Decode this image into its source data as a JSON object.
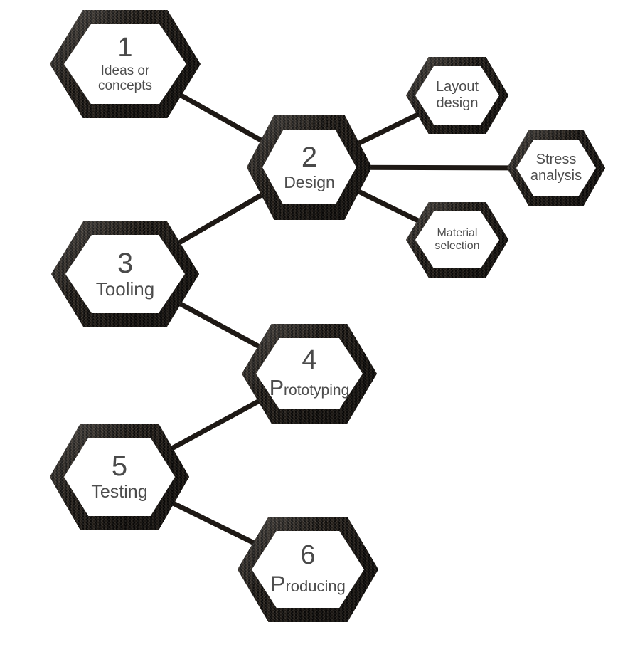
{
  "diagram": {
    "nodes": [
      {
        "id": "ideas",
        "number": "1",
        "lines": [
          "Ideas or",
          "concepts"
        ]
      },
      {
        "id": "design",
        "number": "2",
        "lines": [
          "Design"
        ]
      },
      {
        "id": "layout",
        "number": "",
        "lines": [
          "Layout",
          "design"
        ]
      },
      {
        "id": "stress",
        "number": "",
        "lines": [
          "Stress",
          "analysis"
        ]
      },
      {
        "id": "material",
        "number": "",
        "lines": [
          "Material",
          "selection"
        ]
      },
      {
        "id": "tooling",
        "number": "3",
        "lines": [
          "Tooling"
        ]
      },
      {
        "id": "prototyping",
        "number": "4",
        "lines": [
          "Prototyping"
        ]
      },
      {
        "id": "testing",
        "number": "5",
        "lines": [
          "Testing"
        ]
      },
      {
        "id": "producing",
        "number": "6",
        "lines": [
          "Producing"
        ]
      }
    ],
    "edges": [
      [
        "ideas",
        "design"
      ],
      [
        "design",
        "layout"
      ],
      [
        "design",
        "stress"
      ],
      [
        "design",
        "material"
      ],
      [
        "design",
        "tooling"
      ],
      [
        "tooling",
        "prototyping"
      ],
      [
        "prototyping",
        "testing"
      ],
      [
        "testing",
        "producing"
      ]
    ]
  },
  "colors": {
    "edge": "#1e1915",
    "hex_border": "#14100d",
    "text": "#4d4d4d",
    "background": "#ffffff"
  }
}
